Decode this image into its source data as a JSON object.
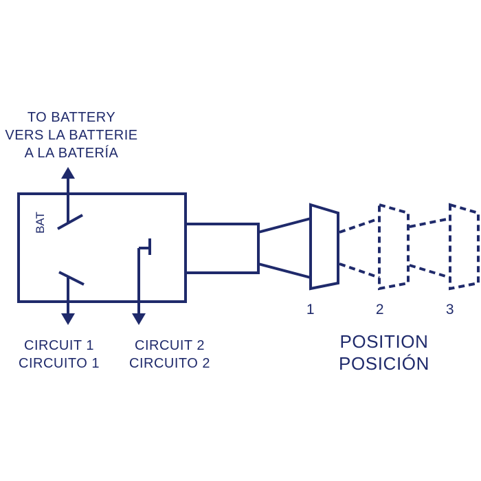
{
  "labels": {
    "battery": [
      "TO BATTERY",
      "VERS LA BATTERIE",
      "A LA BATERÍA"
    ],
    "bat": "BAT",
    "circuit1": [
      "CIRCUIT 1",
      "CIRCUITO 1"
    ],
    "circuit2": [
      "CIRCUIT 2",
      "CIRCUITO 2"
    ],
    "positions": [
      "1",
      "2",
      "3"
    ],
    "position_title": [
      "POSITION",
      "POSICIÓN"
    ]
  },
  "colors": {
    "ink": "#1f2a6b",
    "background": "#ffffff"
  }
}
